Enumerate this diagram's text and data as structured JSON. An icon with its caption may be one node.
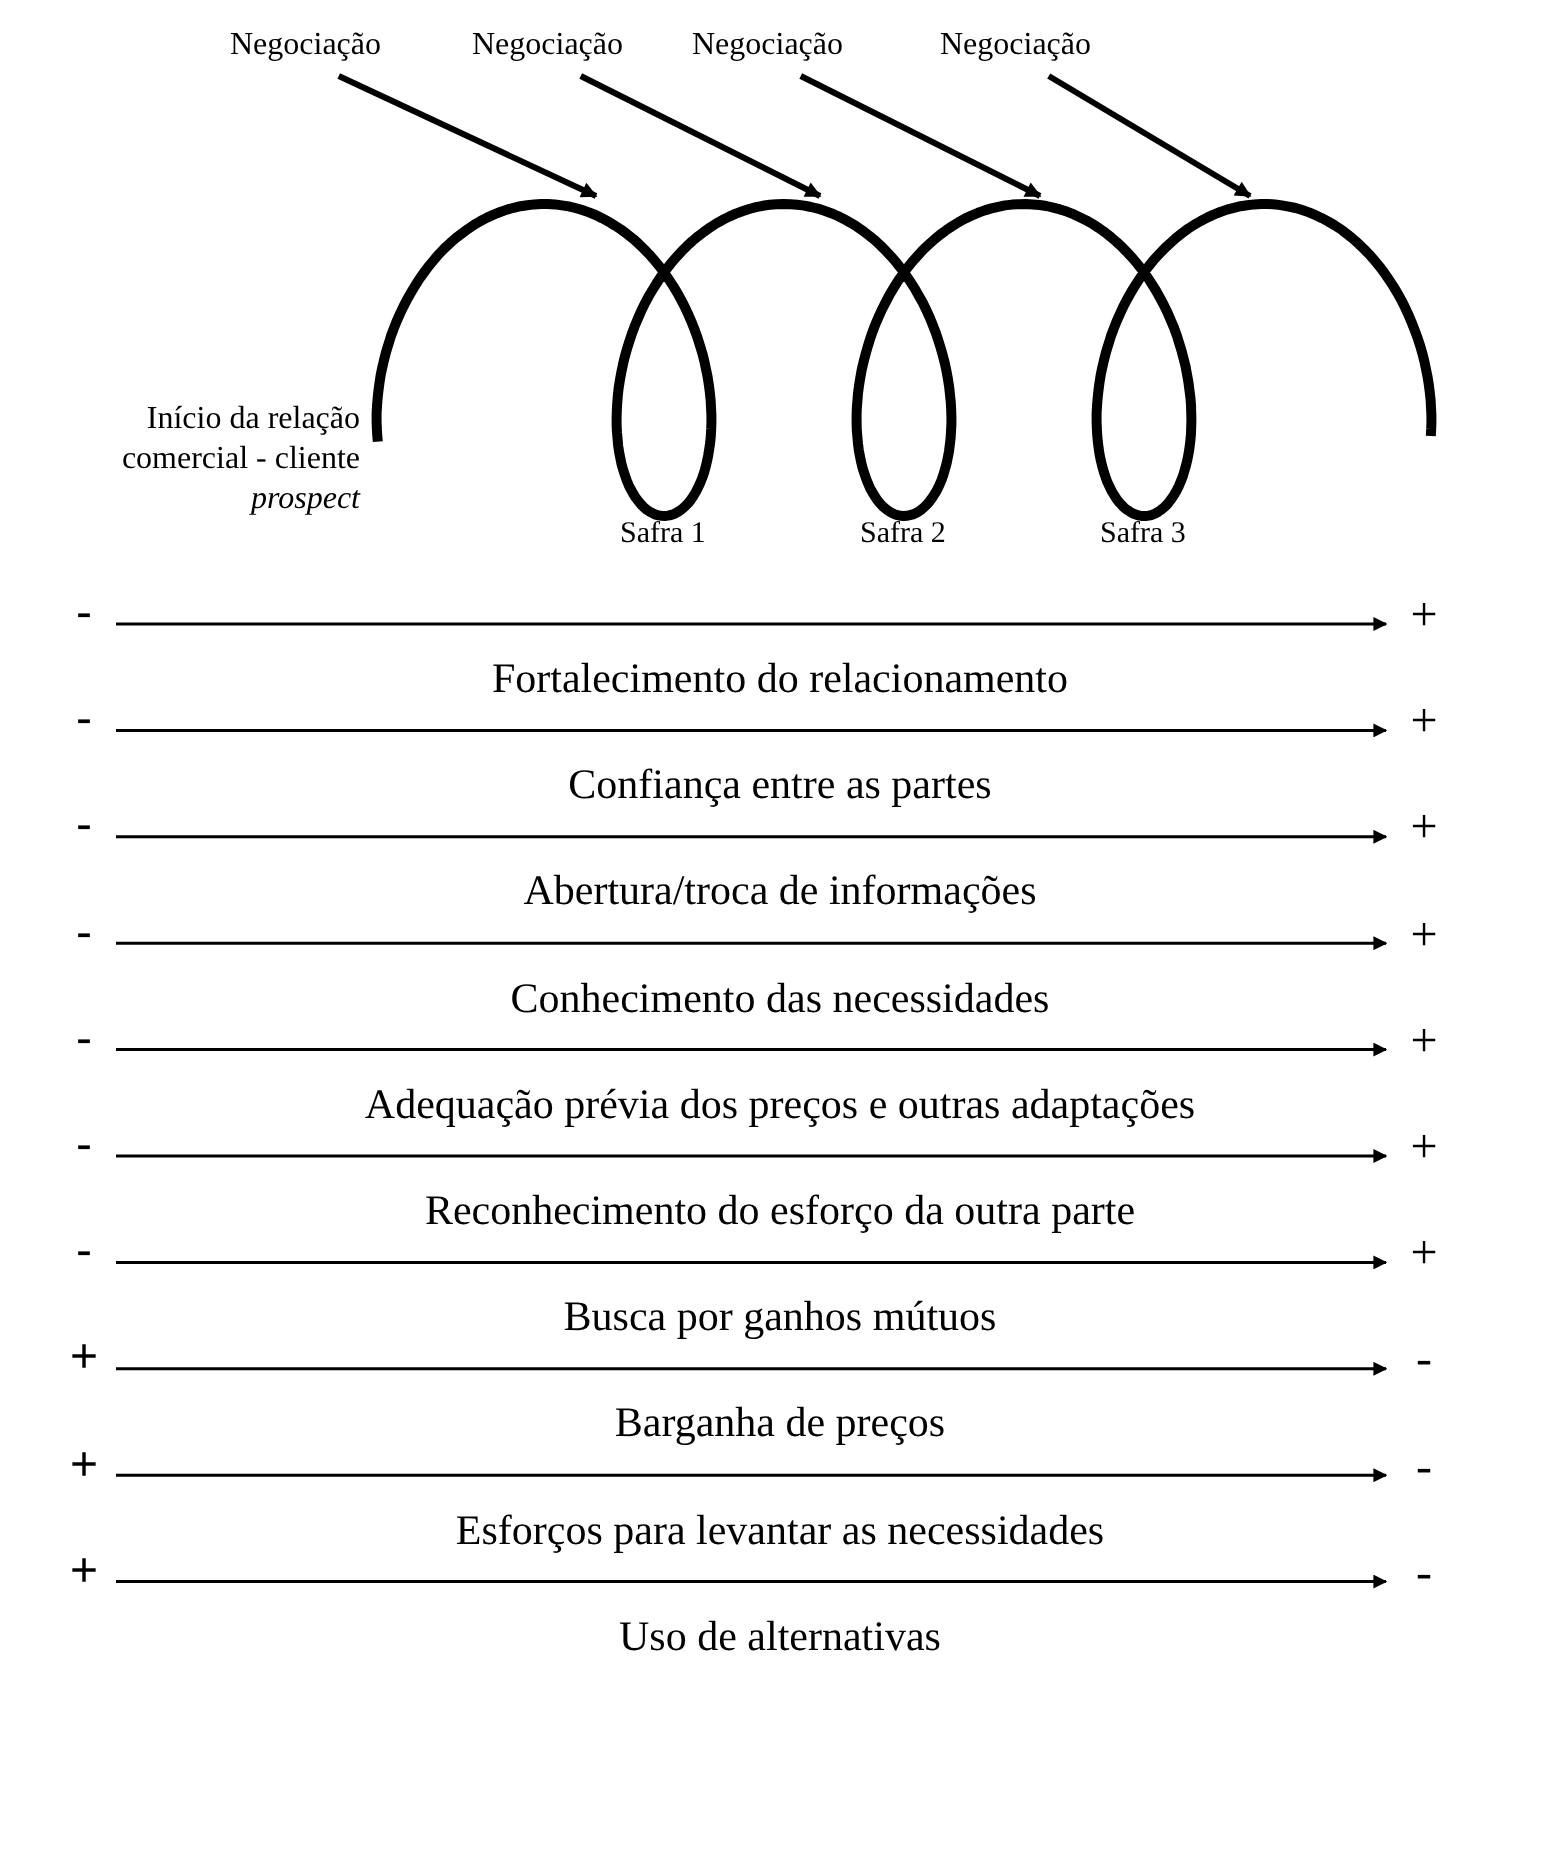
{
  "diagram": {
    "nodes": [
      {
        "text": [
          "Negociação"
        ]
      },
      {
        "text": [
          "Negociação"
        ]
      },
      {
        "text": [
          "Negociação"
        ]
      },
      {
        "text": [
          "Negociação"
        ]
      },
      {
        "text": [],
        "shape": "picture"
      }
    ],
    "edges": [
      {
        "from": 0,
        "to": 4,
        "arrow": "to"
      },
      {
        "from": 1,
        "to": 4,
        "arrow": "to"
      },
      {
        "from": 2,
        "to": 4,
        "arrow": "to"
      },
      {
        "from": 3,
        "to": 4,
        "arrow": "to"
      }
    ],
    "labels": [
      "Início da relação comercial - cliente *prospect*",
      "Safra 1",
      "Safra 2",
      "Safra 3",
      "-",
      "+",
      "Fortalecimento do relacionamento",
      "-",
      "+",
      "Confiança entre as partes",
      "-",
      "+",
      "Abertura/troca de informações",
      "-",
      "+",
      "Conhecimento das necessidades",
      "-",
      "+",
      "Adequação prévia dos preços e outras adaptações",
      "-",
      "+",
      "Reconhecimento do esforço da outra parte",
      "-",
      "+",
      "Busca por ganhos mútuos",
      "+",
      "-",
      "Barganha de preços",
      "+",
      "-",
      "Esforços para levantar as necessidades",
      "+",
      "-",
      "Uso de alternativas"
    ]
  }
}
